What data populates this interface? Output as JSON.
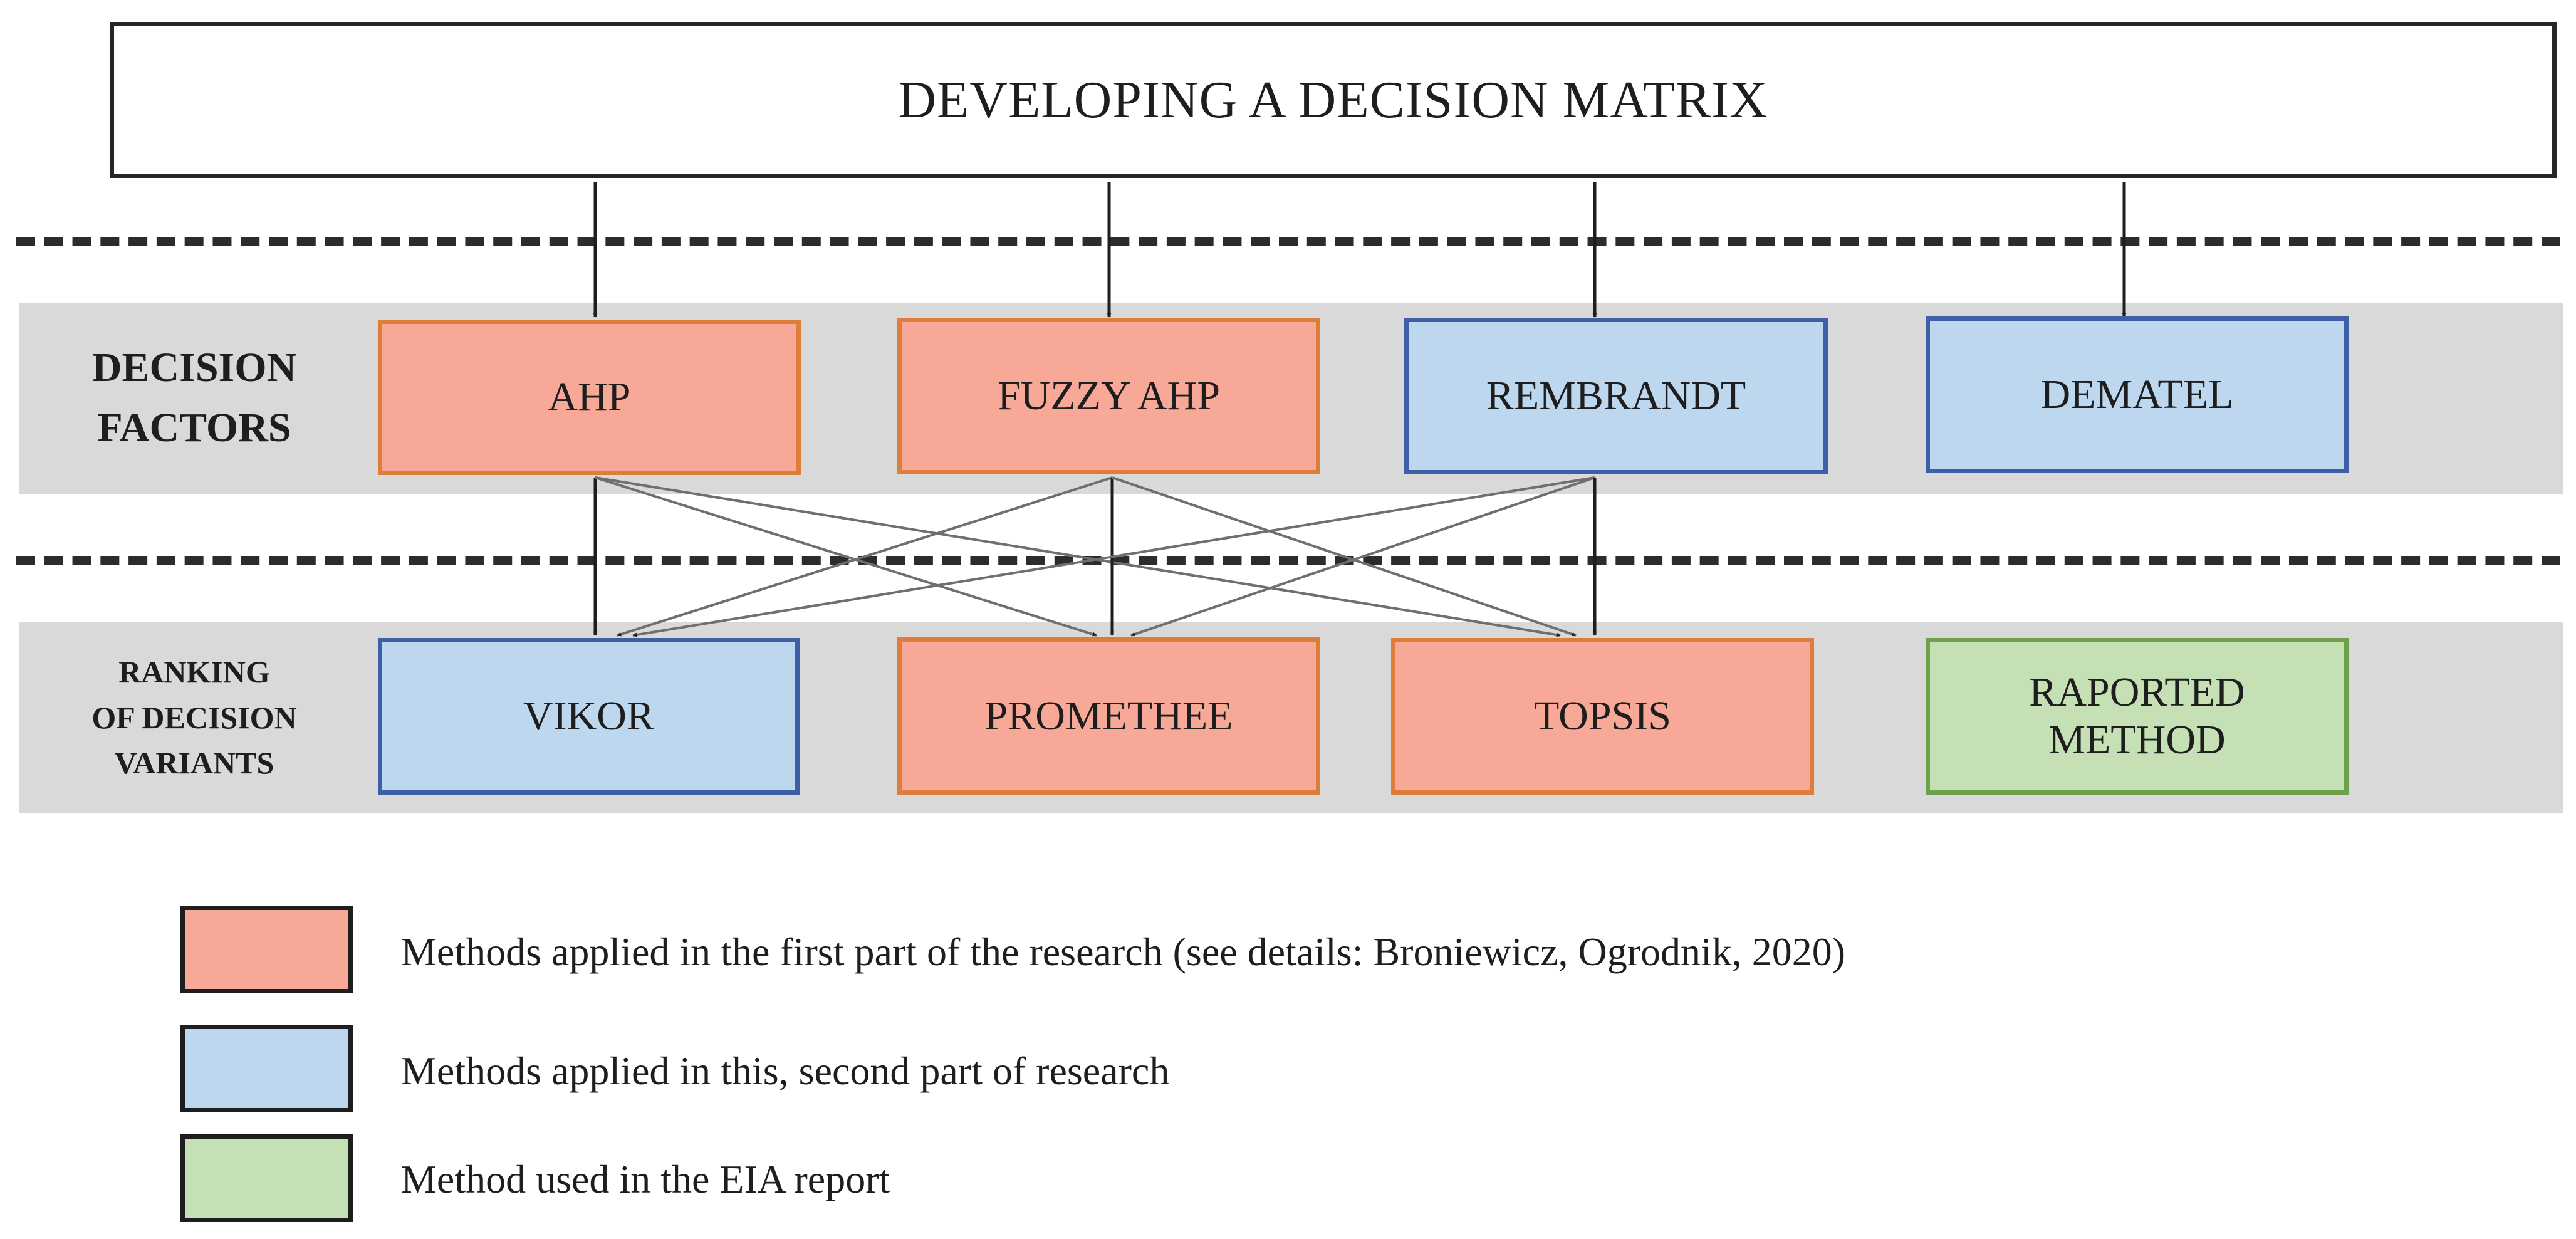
{
  "title": "DEVELOPING A DECISION MATRIX",
  "rows": {
    "factors_label": [
      "DECISION",
      "FACTORS"
    ],
    "ranking_label": [
      "RANKING",
      "OF DECISION",
      "VARIANTS"
    ]
  },
  "decision_factors": [
    {
      "label": "AHP",
      "group": "first_part"
    },
    {
      "label": "FUZZY AHP",
      "group": "first_part"
    },
    {
      "label": "REMBRANDT",
      "group": "second_part"
    },
    {
      "label": "DEMATEL",
      "group": "second_part"
    }
  ],
  "ranking_methods": [
    {
      "label": "VIKOR",
      "group": "second_part"
    },
    {
      "label": "PROMETHEE",
      "group": "first_part"
    },
    {
      "label": "TOPSIS",
      "group": "first_part"
    },
    {
      "label": "RAPORTED METHOD",
      "group": "eia_report"
    }
  ],
  "legend": [
    {
      "group": "first_part",
      "text": "Methods applied in the first part of the research (see details: Broniewicz, Ogrodnik, 2020)"
    },
    {
      "group": "second_part",
      "text": "Methods applied in this, second part of research"
    },
    {
      "group": "eia_report",
      "text": "Method used in the EIA report"
    }
  ],
  "colors": {
    "first_part_fill": "#f8a896",
    "first_part_border": "#de7d3a",
    "second_part_fill": "#bdd7ee",
    "second_part_border": "#3e5fa5",
    "eia_report_fill": "#c5e0b4",
    "eia_report_border": "#6ea14b",
    "band": "#d9d9d9"
  },
  "edges": {
    "matrix_to_factors": [
      "AHP",
      "FUZZY AHP",
      "REMBRANDT",
      "DEMATEL"
    ],
    "factors_to_rankings": [
      [
        "AHP",
        "VIKOR"
      ],
      [
        "AHP",
        "PROMETHEE"
      ],
      [
        "AHP",
        "TOPSIS"
      ],
      [
        "FUZZY AHP",
        "VIKOR"
      ],
      [
        "FUZZY AHP",
        "PROMETHEE"
      ],
      [
        "FUZZY AHP",
        "TOPSIS"
      ],
      [
        "REMBRANDT",
        "VIKOR"
      ],
      [
        "REMBRANDT",
        "PROMETHEE"
      ],
      [
        "REMBRANDT",
        "TOPSIS"
      ]
    ]
  }
}
